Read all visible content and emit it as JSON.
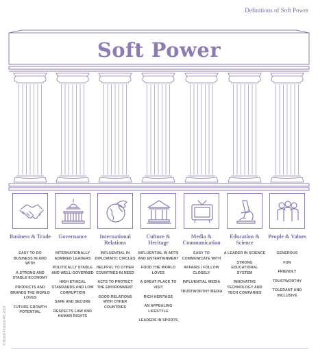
{
  "header_title": "Definitions of Soft Power",
  "main_title": "Soft Power",
  "copyright": "© Brand Finance Plc 2022",
  "colors": {
    "accent": "#8c7cb4",
    "text": "#7a6aa0"
  },
  "pillars": [
    {
      "title": "Business & Trade",
      "icon": "handshake-icon",
      "items": [
        "EASY TO DO BUSINESS IN AND WITH",
        "A STRONG AND STABLE ECONOMY",
        "PRODUCTS AND BRANDS THE WORLD LOVES",
        "FUTURE GROWTH POTENTIAL"
      ]
    },
    {
      "title": "Governance",
      "icon": "capitol-icon",
      "items": [
        "INTERNATIONALLY ADMIRED LEADERS",
        "POLITICALLY STABLE AND WELL-GOVERNED",
        "HIGH ETHICAL STANDARDS AND LOW CORRUPTION",
        "SAFE AND SECURE",
        "RESPECTS LAW AND HUMAN RIGHTS"
      ]
    },
    {
      "title": "International Relations",
      "icon": "globe-dove-icon",
      "items": [
        "INFLUENTIAL IN DIPLOMATIC CIRCLES",
        "HELPFUL TO OTHER COUNTRIES IN NEED",
        "ACTS TO PROTECT THE ENVIRONMENT",
        "GOOD RELATIONS WITH OTHER COUNTRIES"
      ]
    },
    {
      "title": "Culture & Heritage",
      "icon": "museum-icon",
      "items": [
        "INFLUENTIAL IN ARTS AND ENTERTAINMENT",
        "FOOD THE WORLD LOVES",
        "A GREAT PLACE TO VISIT",
        "RICH HERITAGE",
        "AN APPEALING LIFESTYLE",
        "LEADERS IN SPORTS"
      ]
    },
    {
      "title": "Media & Communication",
      "icon": "tv-icon",
      "items": [
        "EASY TO COMMUNICATE WITH",
        "AFFAIRS I FOLLOW CLOSELY",
        "INFLUENTIAL MEDIA",
        "TRUSTWORTHY MEDIA"
      ]
    },
    {
      "title": "Education & Science",
      "icon": "microscope-icon",
      "items": [
        "A LEADER IN SCIENCE",
        "STRONG EDUCATIONAL SYSTEM",
        "INNOVATIVE TECHNOLOGY AND TECH COMPANIES"
      ]
    },
    {
      "title": "People & Values",
      "icon": "people-icon",
      "items": [
        "GENEROUS",
        "FUN",
        "FRIENDLY",
        "TRUSTWORTHY",
        "TOLERANT AND INCLUSIVE"
      ]
    }
  ]
}
